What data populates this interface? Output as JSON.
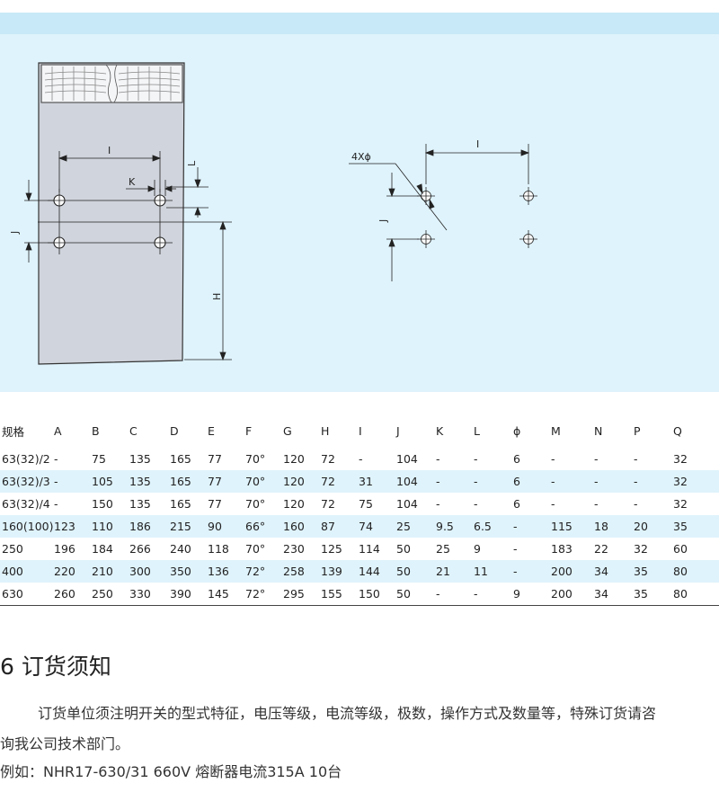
{
  "drawing": {
    "labels": {
      "I_left": "I",
      "K": "K",
      "L": "L",
      "J_left": "J",
      "H": "H",
      "hole_spec": "4Xϕ",
      "I_right": "I",
      "J_right": "J"
    }
  },
  "table": {
    "headers": [
      "规格",
      "A",
      "B",
      "C",
      "D",
      "E",
      "F",
      "G",
      "H",
      "I",
      "J",
      "K",
      "L",
      "ϕ",
      "M",
      "N",
      "P",
      "Q"
    ],
    "rows": [
      [
        "63(32)/2",
        "-",
        "75",
        "135",
        "165",
        "77",
        "70°",
        "120",
        "72",
        "-",
        "104",
        "-",
        "-",
        "6",
        "-",
        "-",
        "-",
        "32"
      ],
      [
        "63(32)/3",
        "-",
        "105",
        "135",
        "165",
        "77",
        "70°",
        "120",
        "72",
        "31",
        "104",
        "-",
        "-",
        "6",
        "-",
        "-",
        "-",
        "32"
      ],
      [
        "63(32)/4",
        "-",
        "150",
        "135",
        "165",
        "77",
        "70°",
        "120",
        "72",
        "75",
        "104",
        "-",
        "-",
        "6",
        "-",
        "-",
        "-",
        "32"
      ],
      [
        "160(100)",
        "123",
        "110",
        "186",
        "215",
        "90",
        "66°",
        "160",
        "87",
        "74",
        "25",
        "9.5",
        "6.5",
        "-",
        "115",
        "18",
        "20",
        "35"
      ],
      [
        "250",
        "196",
        "184",
        "266",
        "240",
        "118",
        "70°",
        "230",
        "125",
        "114",
        "50",
        "25",
        "9",
        "-",
        "183",
        "22",
        "32",
        "60"
      ],
      [
        "400",
        "220",
        "210",
        "300",
        "350",
        "136",
        "72°",
        "258",
        "139",
        "144",
        "50",
        "21",
        "11",
        "-",
        "200",
        "34",
        "35",
        "80"
      ],
      [
        "630",
        "260",
        "250",
        "330",
        "390",
        "145",
        "72°",
        "295",
        "155",
        "150",
        "50",
        "-",
        "-",
        "9",
        "200",
        "34",
        "35",
        "80"
      ]
    ]
  },
  "section": {
    "title": "6 订货须知",
    "para1": "订货单位须注明开关的型式特征，电压等级，电流等级，极数，操作方式及数量等，特殊订货请咨",
    "para2": "询我公司技术部门。",
    "example": "例如：NHR17-630/31    660V   熔断器电流315A    10台"
  }
}
